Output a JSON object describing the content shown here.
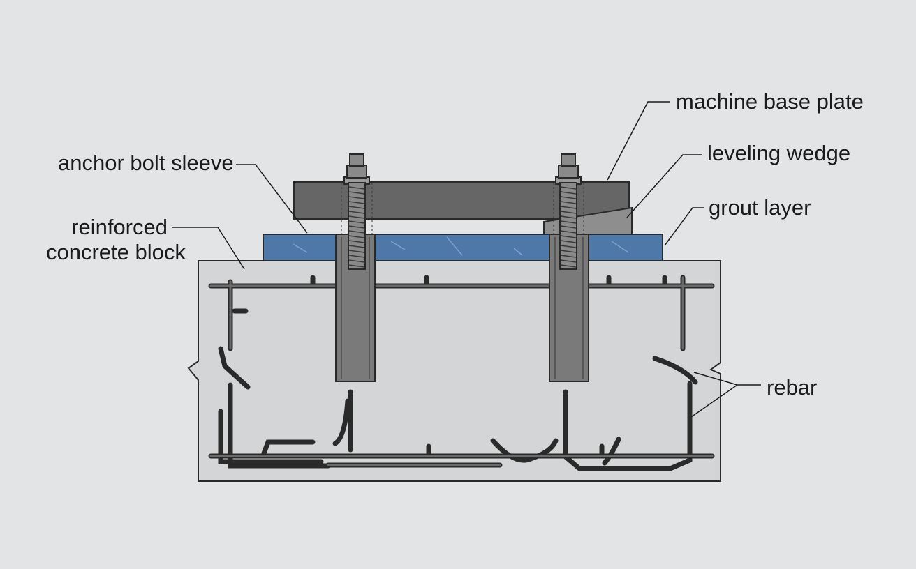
{
  "labels": {
    "machine_base_plate": "machine base plate",
    "leveling_wedge": "leveling wedge",
    "grout_layer": "grout layer",
    "anchor_bolt_sleeve": "anchor bolt sleeve",
    "reinforced": "reinforced",
    "concrete_block": "concrete block",
    "rebar": "rebar"
  },
  "colors": {
    "background": "#e2e4e6",
    "concrete": "#d3d5d7",
    "grout": "#4d78a8",
    "base_plate": "#666666",
    "sleeve": "#7a7a7a",
    "bolt": "#8a8a8a",
    "wedge": "#8e8e8e",
    "rebar": "#5c5c5c",
    "outline": "#2a2a2a"
  }
}
